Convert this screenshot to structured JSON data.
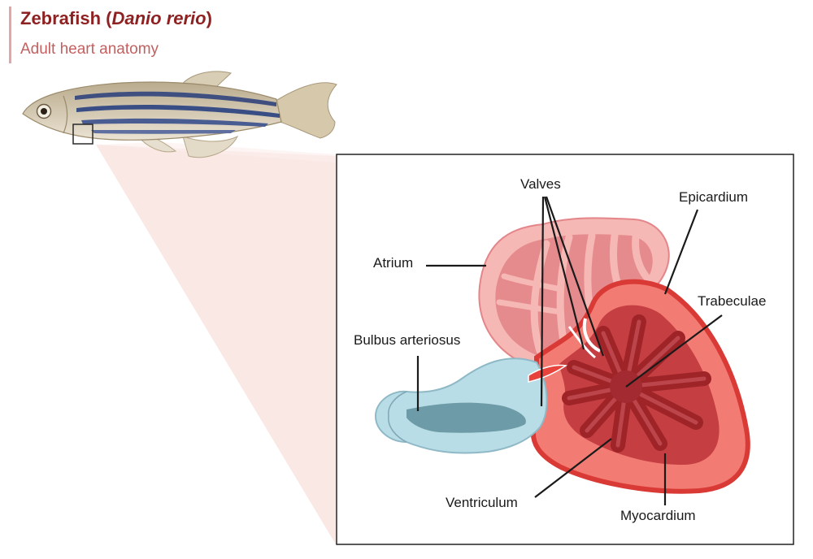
{
  "header": {
    "title_prefix": "Zebrafish (",
    "title_species": "Danio rerio",
    "title_suffix": ")",
    "subtitle": "Adult heart anatomy"
  },
  "labels": {
    "valves": "Valves",
    "epicardium": "Epicardium",
    "atrium": "Atrium",
    "trabeculae": "Trabeculae",
    "bulbus": "Bulbus arteriosus",
    "ventriculum": "Ventriculum",
    "myocardium": "Myocardium"
  },
  "colors": {
    "title": "#8e2222",
    "subtitle": "#c46060",
    "atrium": "#f2b3b3",
    "ventricle": "#f27b73",
    "epicardium": "#d93a36",
    "trabeculae": "#a8262a",
    "bulbus": "#b7dbe3"
  }
}
